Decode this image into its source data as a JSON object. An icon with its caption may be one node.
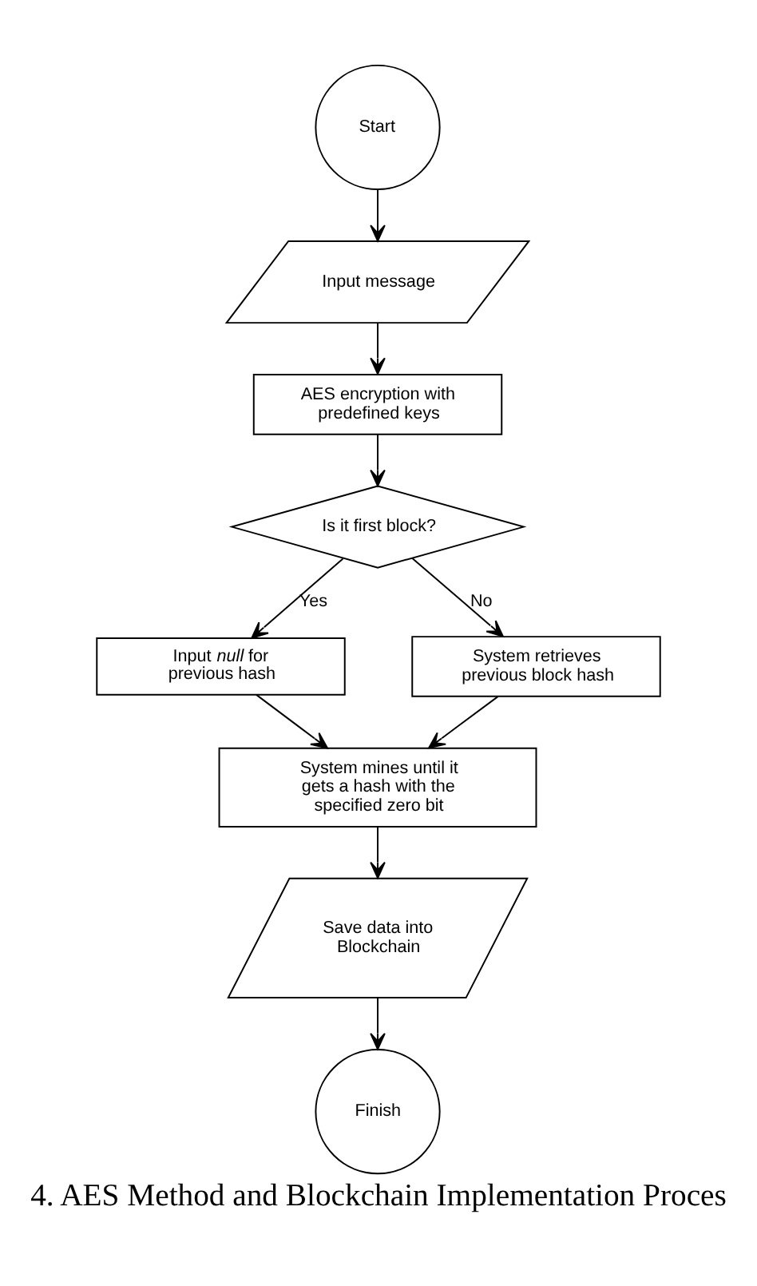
{
  "diagram": {
    "caption": "4. AES Method and Blockchain Implementation Proces",
    "nodes": [
      {
        "text": [
          "Start"
        ]
      },
      {
        "text": [
          "Input message"
        ]
      },
      {
        "text": [
          "AES encryption with predefined keys"
        ]
      },
      {
        "text": [
          "Is it first block?"
        ]
      },
      {
        "text": [
          "Input *null* for previous hash"
        ]
      },
      {
        "text": [
          "System retrieves previous block hash"
        ]
      },
      {
        "text": [
          "System mines until it gets a hash with the specified zero bit"
        ]
      },
      {
        "text": [
          "Save data into Blockchain"
        ]
      },
      {
        "text": [
          "Finish"
        ]
      }
    ],
    "edges": [
      {
        "from": 0,
        "to": 1,
        "arrow": "to"
      },
      {
        "from": 1,
        "to": 2,
        "arrow": "to"
      },
      {
        "from": 2,
        "to": 3,
        "arrow": "to"
      },
      {
        "from": 3,
        "to": 4,
        "arrow": "to",
        "label": "Yes"
      },
      {
        "from": 3,
        "to": 5,
        "arrow": "to",
        "label": "No"
      },
      {
        "from": 4,
        "to": 6,
        "arrow": "to"
      },
      {
        "from": 5,
        "to": 6,
        "arrow": "to"
      },
      {
        "from": 6,
        "to": 7,
        "arrow": "to"
      },
      {
        "from": 7,
        "to": 8,
        "arrow": "to"
      }
    ]
  }
}
